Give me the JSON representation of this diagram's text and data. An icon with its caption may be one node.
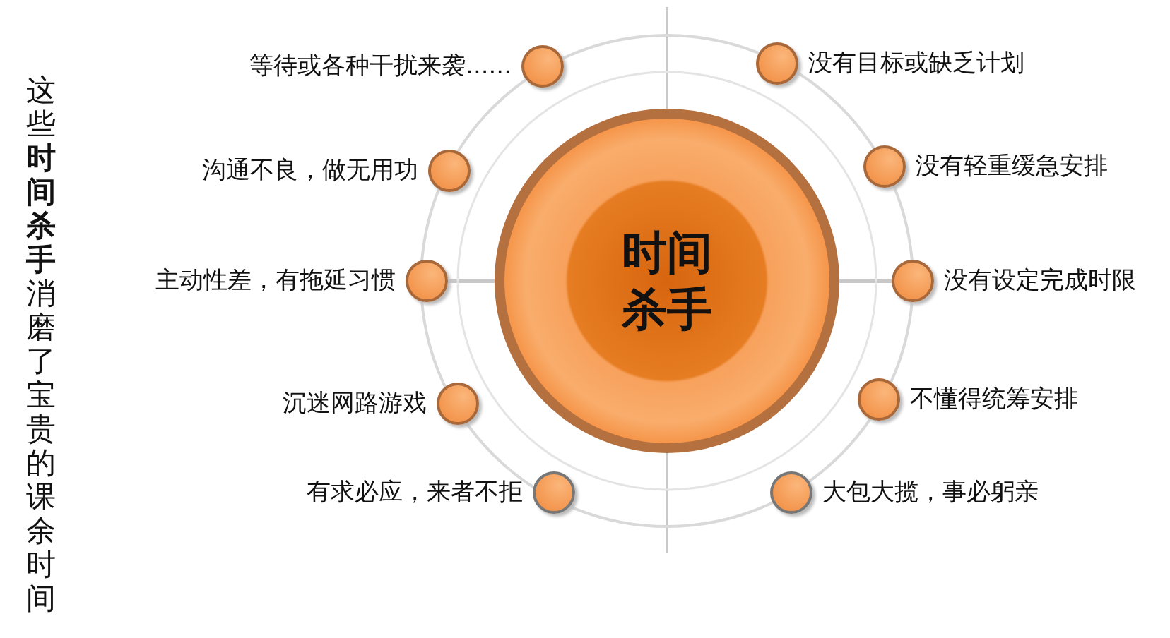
{
  "diagram": {
    "title": "这些**时间杀手**消磨了宝贵的课余时间",
    "nodes": [
      {
        "text": [
          "时间杀手"
        ]
      },
      {
        "text": [],
        "shape": "circle",
        "beside": [
          "等待或各种干扰来袭......"
        ]
      },
      {
        "text": [],
        "shape": "circle",
        "beside": [
          "沟通不良，做无用功"
        ]
      },
      {
        "text": [],
        "shape": "circle",
        "beside": [
          "主动性差，有拖延习惯"
        ]
      },
      {
        "text": [],
        "shape": "circle",
        "beside": [
          "沉迷网路游戏"
        ]
      },
      {
        "text": [],
        "shape": "circle",
        "beside": [
          "有求必应，来者不拒"
        ]
      },
      {
        "text": [],
        "shape": "circle",
        "beside": [
          "没有目标或缺乏计划"
        ]
      },
      {
        "text": [],
        "shape": "circle",
        "beside": [
          "没有轻重缓急安排"
        ]
      },
      {
        "text": [],
        "shape": "circle",
        "beside": [
          "没有设定完成时限"
        ]
      },
      {
        "text": [],
        "shape": "circle",
        "beside": [
          "不懂得统筹安排"
        ]
      },
      {
        "text": [],
        "shape": "circle",
        "beside": [
          "大包大揽，事必躬亲"
        ]
      }
    ],
    "edges": [
      {
        "from": 0,
        "to": 3,
        "arrow": "none"
      },
      {
        "from": 0,
        "to": 8,
        "arrow": "none"
      }
    ]
  }
}
